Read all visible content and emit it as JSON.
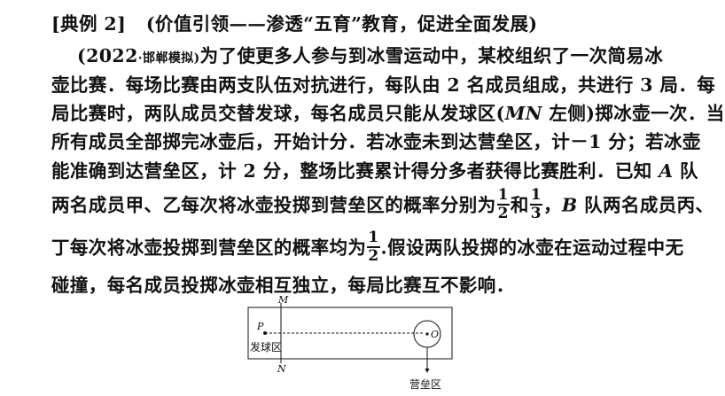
{
  "header": {
    "tag": "[典例 2]",
    "subtitle": "(价值引领——渗透“五育”教育，促进全面发展)"
  },
  "problem": {
    "source_year": "(2022",
    "source_dot": "·",
    "source_name": "邯郸模拟)",
    "line2_rest": "为了使更多人参与到冰雪运动中，某校组织了一次简易冰",
    "line3": "壶比赛．每场比赛由两支队伍对抗进行，每队由 2 名成员组成，共进行 3 局．每",
    "line4_a": "局比赛时，两队成员交替发球，每名成员只能从发球区(",
    "line4_mn": "MN",
    "line4_b": " 左侧)掷冰壶一次．当",
    "line5": "所有成员全部掷完冰壶后，开始计分．若冰壶未到达营垒区，计－1 分；若冰壶",
    "line6_a": "能准确到达营垒区，计 2 分，整场比赛累计得分多者获得比赛胜利．已知 ",
    "line6_A": "A",
    "line6_b": " 队",
    "line7_a": "两名成员甲、乙每次将冰壶投掷到营垒区的概率分别为",
    "frac1_num": "1",
    "frac1_den": "2",
    "line7_and": "和",
    "frac2_num": "1",
    "frac2_den": "3",
    "line7_comma": "，",
    "line7_B": "B",
    "line7_b": " 队两名成员丙、",
    "line8_a": "丁每次将冰壶投掷到营垒区的概率均为",
    "frac3_num": "1",
    "frac3_den": "2",
    "line8_b": ".假设两队投掷的冰壶在运动过程中无",
    "line9": "碰撞，每名成员投掷冰壶相互独立，每局比赛互不影响．"
  },
  "diagram": {
    "label_M": "M",
    "label_N": "N",
    "label_P": "P",
    "label_O": "O",
    "label_fa_qiu_qu": "发球区",
    "label_ying_lei_qu": "营垒区"
  }
}
